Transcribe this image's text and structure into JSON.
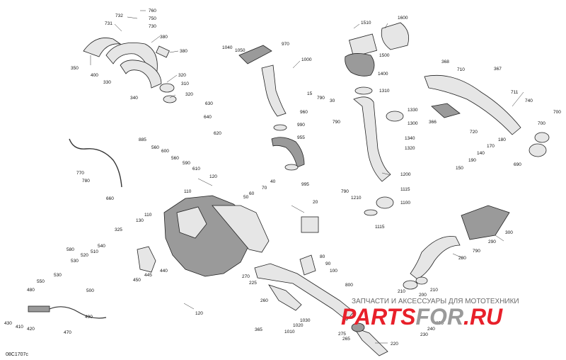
{
  "diagram": {
    "code": "08C1707c",
    "watermark": {
      "tagline": "ЗАПЧАСТИ И АКСЕССУАРЫ ДЛЯ МОТОТЕХНИКИ",
      "brand_a": "PARTS",
      "brand_b": "FOR",
      "brand_c": ".RU"
    },
    "callouts": [
      "760",
      "732",
      "750",
      "731",
      "730",
      "380",
      "380",
      "350",
      "400",
      "330",
      "320",
      "310",
      "340",
      "320",
      "1040",
      "1050",
      "970",
      "1000",
      "1510",
      "1600",
      "1500",
      "1400",
      "368",
      "710",
      "367",
      "711",
      "740",
      "366",
      "720",
      "700",
      "700",
      "690",
      "180",
      "170",
      "140",
      "190",
      "150",
      "1310",
      "15",
      "790",
      "30",
      "790",
      "1330",
      "1300",
      "1340",
      "1320",
      "960",
      "990",
      "955",
      "995",
      "630",
      "640",
      "885",
      "560",
      "600",
      "620",
      "560",
      "590",
      "610",
      "770",
      "780",
      "660",
      "120",
      "110",
      "40",
      "70",
      "60",
      "50",
      "20",
      "1200",
      "1115",
      "1210",
      "790",
      "1100",
      "1115",
      "110",
      "130",
      "325",
      "580",
      "530",
      "520",
      "540",
      "510",
      "530",
      "550",
      "480",
      "500",
      "445",
      "440",
      "450",
      "300",
      "290",
      "790",
      "280",
      "80",
      "90",
      "100",
      "270",
      "225",
      "800",
      "210",
      "200",
      "210",
      "260",
      "120",
      "490",
      "430",
      "410",
      "420",
      "470",
      "365",
      "1030",
      "1020",
      "1010",
      "275",
      "265",
      "220",
      "240",
      "250",
      "230"
    ]
  }
}
